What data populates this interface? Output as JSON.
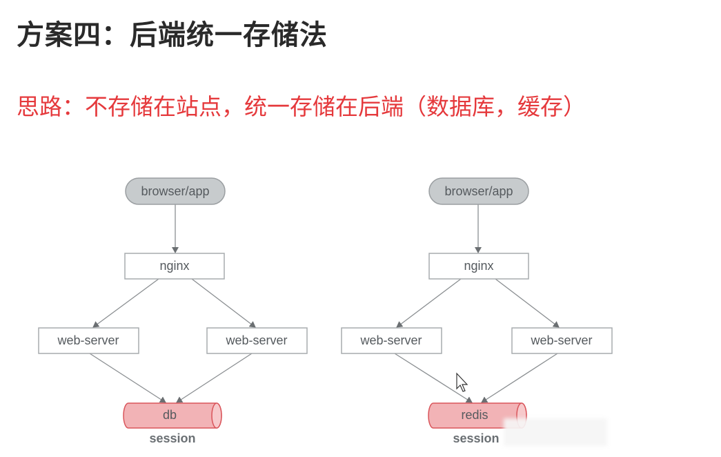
{
  "title": "方案四：后端统一存储法",
  "idea": "思路：不存储在站点，统一存储在后端（数据库，缓存）",
  "diagrams": [
    {
      "client": "browser/app",
      "proxy": "nginx",
      "servers": [
        "web-server",
        "web-server"
      ],
      "store": "db",
      "store_caption": "session"
    },
    {
      "client": "browser/app",
      "proxy": "nginx",
      "servers": [
        "web-server",
        "web-server"
      ],
      "store": "redis",
      "store_caption": "session"
    }
  ],
  "colors": {
    "title": "#2a2a2a",
    "idea": "#e5393c",
    "client_fill": "#c7cbcd",
    "store_fill": "#f2b3b6",
    "store_stroke": "#d9545a"
  }
}
